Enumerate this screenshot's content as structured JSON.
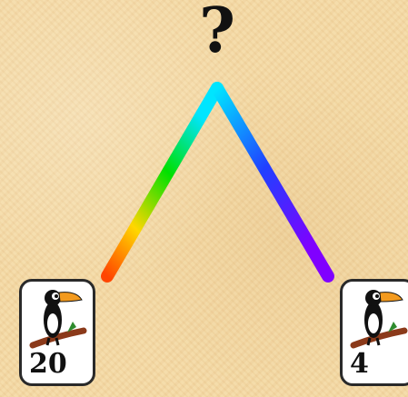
{
  "puzzle": {
    "question_mark": "?",
    "shape": "triangle",
    "cards": [
      {
        "position": "bottom-left",
        "value": "20",
        "icon": "toucan-icon"
      },
      {
        "position": "bottom-right",
        "value": "4",
        "icon": "toucan-icon"
      }
    ]
  },
  "colors": {
    "background": "#f3d9a6",
    "triangle_gradient": [
      "#ff4500",
      "#ffd700",
      "#00e000",
      "#00e5ff",
      "#2040ff",
      "#8000ff"
    ]
  }
}
